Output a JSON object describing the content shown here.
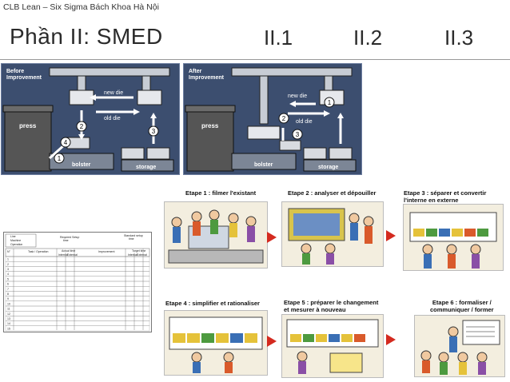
{
  "header": {
    "org": "CLB Lean – Six Sigma Bách Khoa Hà Nội",
    "title": "Phần II: SMED",
    "sections": [
      "II.1",
      "II.2",
      "II.3"
    ]
  },
  "diagram": {
    "before": {
      "heading": [
        "Before",
        "Improvement"
      ],
      "press": "press",
      "bolster": "bolster",
      "storage": "storage",
      "new_die": "new die",
      "old_die": "old die",
      "steps": [
        "1",
        "2",
        "3",
        "4"
      ]
    },
    "after": {
      "heading": [
        "After",
        "Improvement"
      ],
      "press": "press",
      "bolster": "bolster",
      "storage": "storage",
      "new_die": "new die",
      "old_die": "old die",
      "steps": [
        "1",
        "2",
        "3"
      ]
    }
  },
  "steps": [
    {
      "caption": [
        "Etape 1 : filmer l'existant"
      ]
    },
    {
      "caption": [
        "Etape 2 : analyser et dépouiller"
      ]
    },
    {
      "caption": [
        "Etape 3 : séparer et convertir",
        "l'interne en externe"
      ]
    },
    {
      "caption": [
        "Etape 4 : simplifier et rationaliser"
      ]
    },
    {
      "caption": [
        "Etape 5 : préparer le changement",
        "et mesurer à nouveau"
      ]
    },
    {
      "caption": [
        "Etape 6 : formaliser /",
        "communiquer / former"
      ]
    }
  ],
  "form": {
    "fields": [
      "Line",
      "Machine",
      "Operation"
    ],
    "required_label": [
      "Required Setup",
      "time"
    ],
    "standard_label": [
      "Standard setup",
      "time"
    ],
    "col_no": "N°",
    "col_task": "Task / Operation",
    "col_actual": "Actual time",
    "col_improvement": "Improvement",
    "col_target": "Target time",
    "sub_cols": [
      "Internal",
      "External"
    ],
    "rows": [
      "1",
      "2",
      "3",
      "4",
      "5",
      "6",
      "7",
      "8",
      "9",
      "10",
      "11",
      "12",
      "13",
      "14",
      "15"
    ]
  },
  "colors": {
    "panel": "#3c4e6f",
    "accent_red": "#d42a1f",
    "title_text": "#2b2b2b"
  }
}
